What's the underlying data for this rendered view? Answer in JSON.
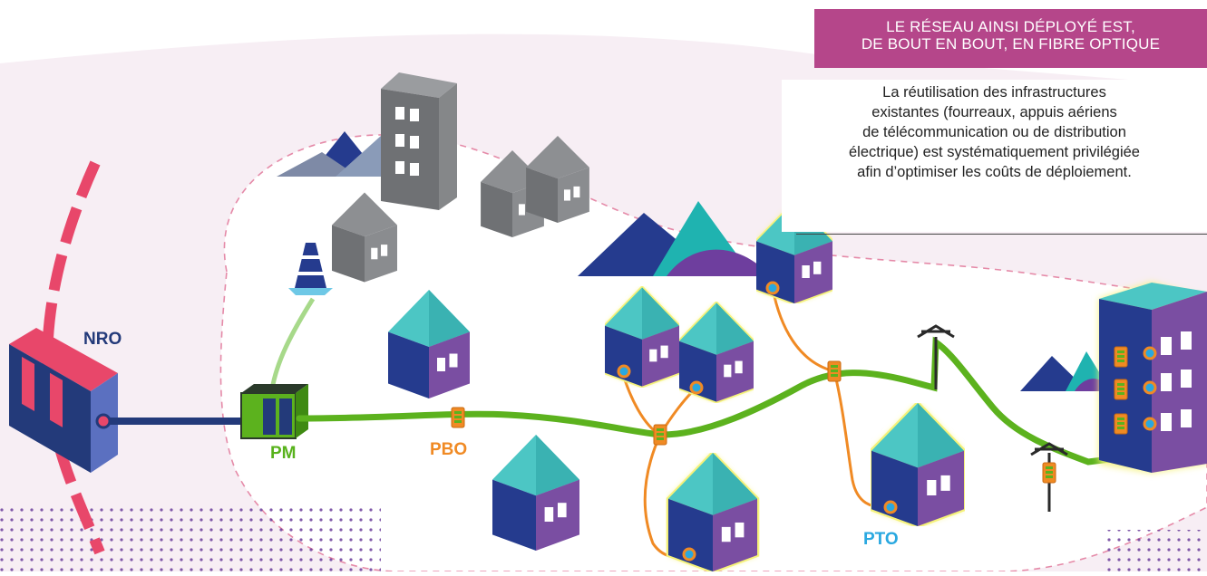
{
  "banner": {
    "line1": "LE RÉSEAU AINSI DÉPLOYÉ EST,",
    "line2": "DE BOUT EN BOUT, EN FIBRE OPTIQUE"
  },
  "description": {
    "lines": [
      "La réutilisation des infrastructures",
      "existantes (fourreaux, appuis aériens",
      "de télécommunication ou de distribution",
      "électrique) est systématiquement privilégiée",
      "afin d’optimiser les coûts de déploiement."
    ]
  },
  "labels": {
    "nro": "NRO",
    "pm": "PM",
    "pbo": "PBO",
    "pto": "PTO"
  },
  "colors": {
    "fiber_main": "#5cb21e",
    "fiber_branch": "#f08a24",
    "banner_bg": "#b5468a",
    "zone_fill": "#f7eef4",
    "zone_border": "#e58aa8",
    "nro_arc": "#e8476a",
    "house_roof": "#4cc6c4",
    "house_front": "#7a4ea2",
    "house_side": "#253b8e",
    "house_glow": "#f5f27a",
    "pto_point": "#29a8e0",
    "building_grey": "#7d7f82"
  }
}
